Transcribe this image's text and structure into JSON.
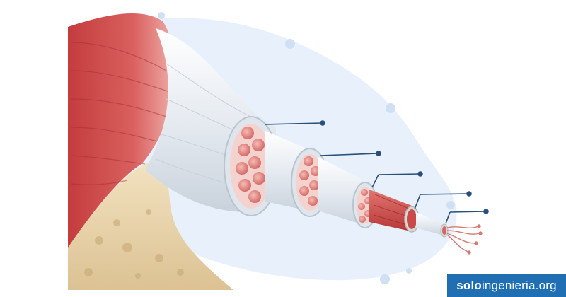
{
  "watermark": {
    "brand_bold": "solo",
    "brand_rest": "ingenieria.org"
  },
  "diagram": {
    "subject": "tendon-hierarchy",
    "callouts": 5,
    "colors": {
      "muscle": "#cf4a4a",
      "muscle_light": "#e98c8a",
      "tendon": "#e9eef3",
      "bone": "#e8d2a8",
      "pointer": "#2a4f7a",
      "backdrop": "#e8f0fb",
      "brand": "#1f6fb2"
    }
  }
}
